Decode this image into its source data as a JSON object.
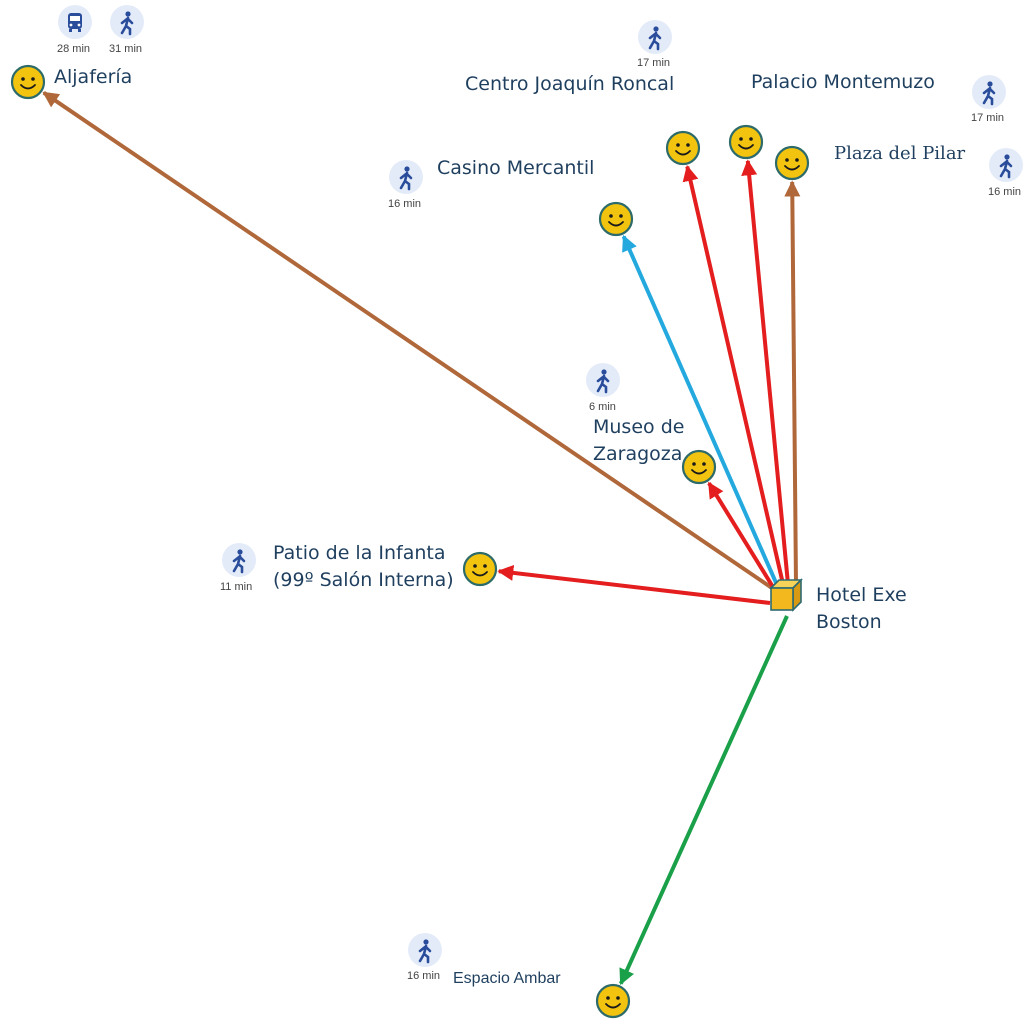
{
  "colors": {
    "brown": "#b0683a",
    "red": "#e41e1e",
    "blue": "#24a9df",
    "green": "#1ba04a",
    "smiley": "#f2c30f",
    "hotel": "#f3b81e",
    "label": "#1f3f5f",
    "transport_icon_bg": "#e3ebf9",
    "transport_icon_fg": "#2a4d9b"
  },
  "origin": {
    "name": "Hotel Exe Boston",
    "label_lines": [
      "Hotel Exe",
      "Boston"
    ],
    "icon": "hotel-cube-icon"
  },
  "destinations": [
    {
      "id": "aljaferia",
      "name": "Aljafería",
      "label_lines": [
        "Aljafería"
      ],
      "color_key": "brown",
      "icon": "smiley-icon",
      "travel": [
        {
          "mode": "bus-icon",
          "time": "28 min"
        },
        {
          "mode": "walk-icon",
          "time": "31 min"
        }
      ]
    },
    {
      "id": "centro-joaquin-roncal",
      "name": "Centro Joaquín Roncal",
      "label_lines": [
        "Centro Joaquín Roncal"
      ],
      "color_key": "red",
      "icon": "smiley-icon",
      "travel": [
        {
          "mode": "walk-icon",
          "time": "17 min"
        }
      ]
    },
    {
      "id": "palacio-montemuzo",
      "name": "Palacio Montemuzo",
      "label_lines": [
        "Palacio Montemuzo"
      ],
      "color_key": "red",
      "icon": "smiley-icon",
      "travel": [
        {
          "mode": "walk-icon",
          "time": "17 min"
        }
      ]
    },
    {
      "id": "plaza-del-pilar",
      "name": "Plaza del Pilar",
      "label_lines": [
        "Plaza del Pilar"
      ],
      "color_key": "brown",
      "icon": "smiley-icon",
      "travel": [
        {
          "mode": "walk-icon",
          "time": "16 min"
        }
      ]
    },
    {
      "id": "casino-mercantil",
      "name": "Casino Mercantil",
      "label_lines": [
        "Casino Mercantil"
      ],
      "color_key": "blue",
      "icon": "smiley-icon",
      "travel": [
        {
          "mode": "walk-icon",
          "time": "16 min"
        }
      ]
    },
    {
      "id": "museo-de-zaragoza",
      "name": "Museo de Zaragoza",
      "label_lines": [
        "Museo de",
        "Zaragoza"
      ],
      "color_key": "red",
      "icon": "smiley-icon",
      "travel": [
        {
          "mode": "walk-icon",
          "time": "6 min"
        }
      ]
    },
    {
      "id": "patio-de-la-infanta",
      "name": "Patio de la Infanta (99º Salón Interna)",
      "label_lines": [
        "Patio de la Infanta",
        "(99º Salón Interna)"
      ],
      "color_key": "red",
      "icon": "smiley-icon",
      "travel": [
        {
          "mode": "walk-icon",
          "time": "11 min"
        }
      ]
    },
    {
      "id": "espacio-ambar",
      "name": "Espacio Ambar",
      "label_lines": [
        "Espacio Ambar"
      ],
      "color_key": "green",
      "icon": "smiley-icon",
      "travel": [
        {
          "mode": "walk-icon",
          "time": "16 min"
        }
      ]
    }
  ]
}
